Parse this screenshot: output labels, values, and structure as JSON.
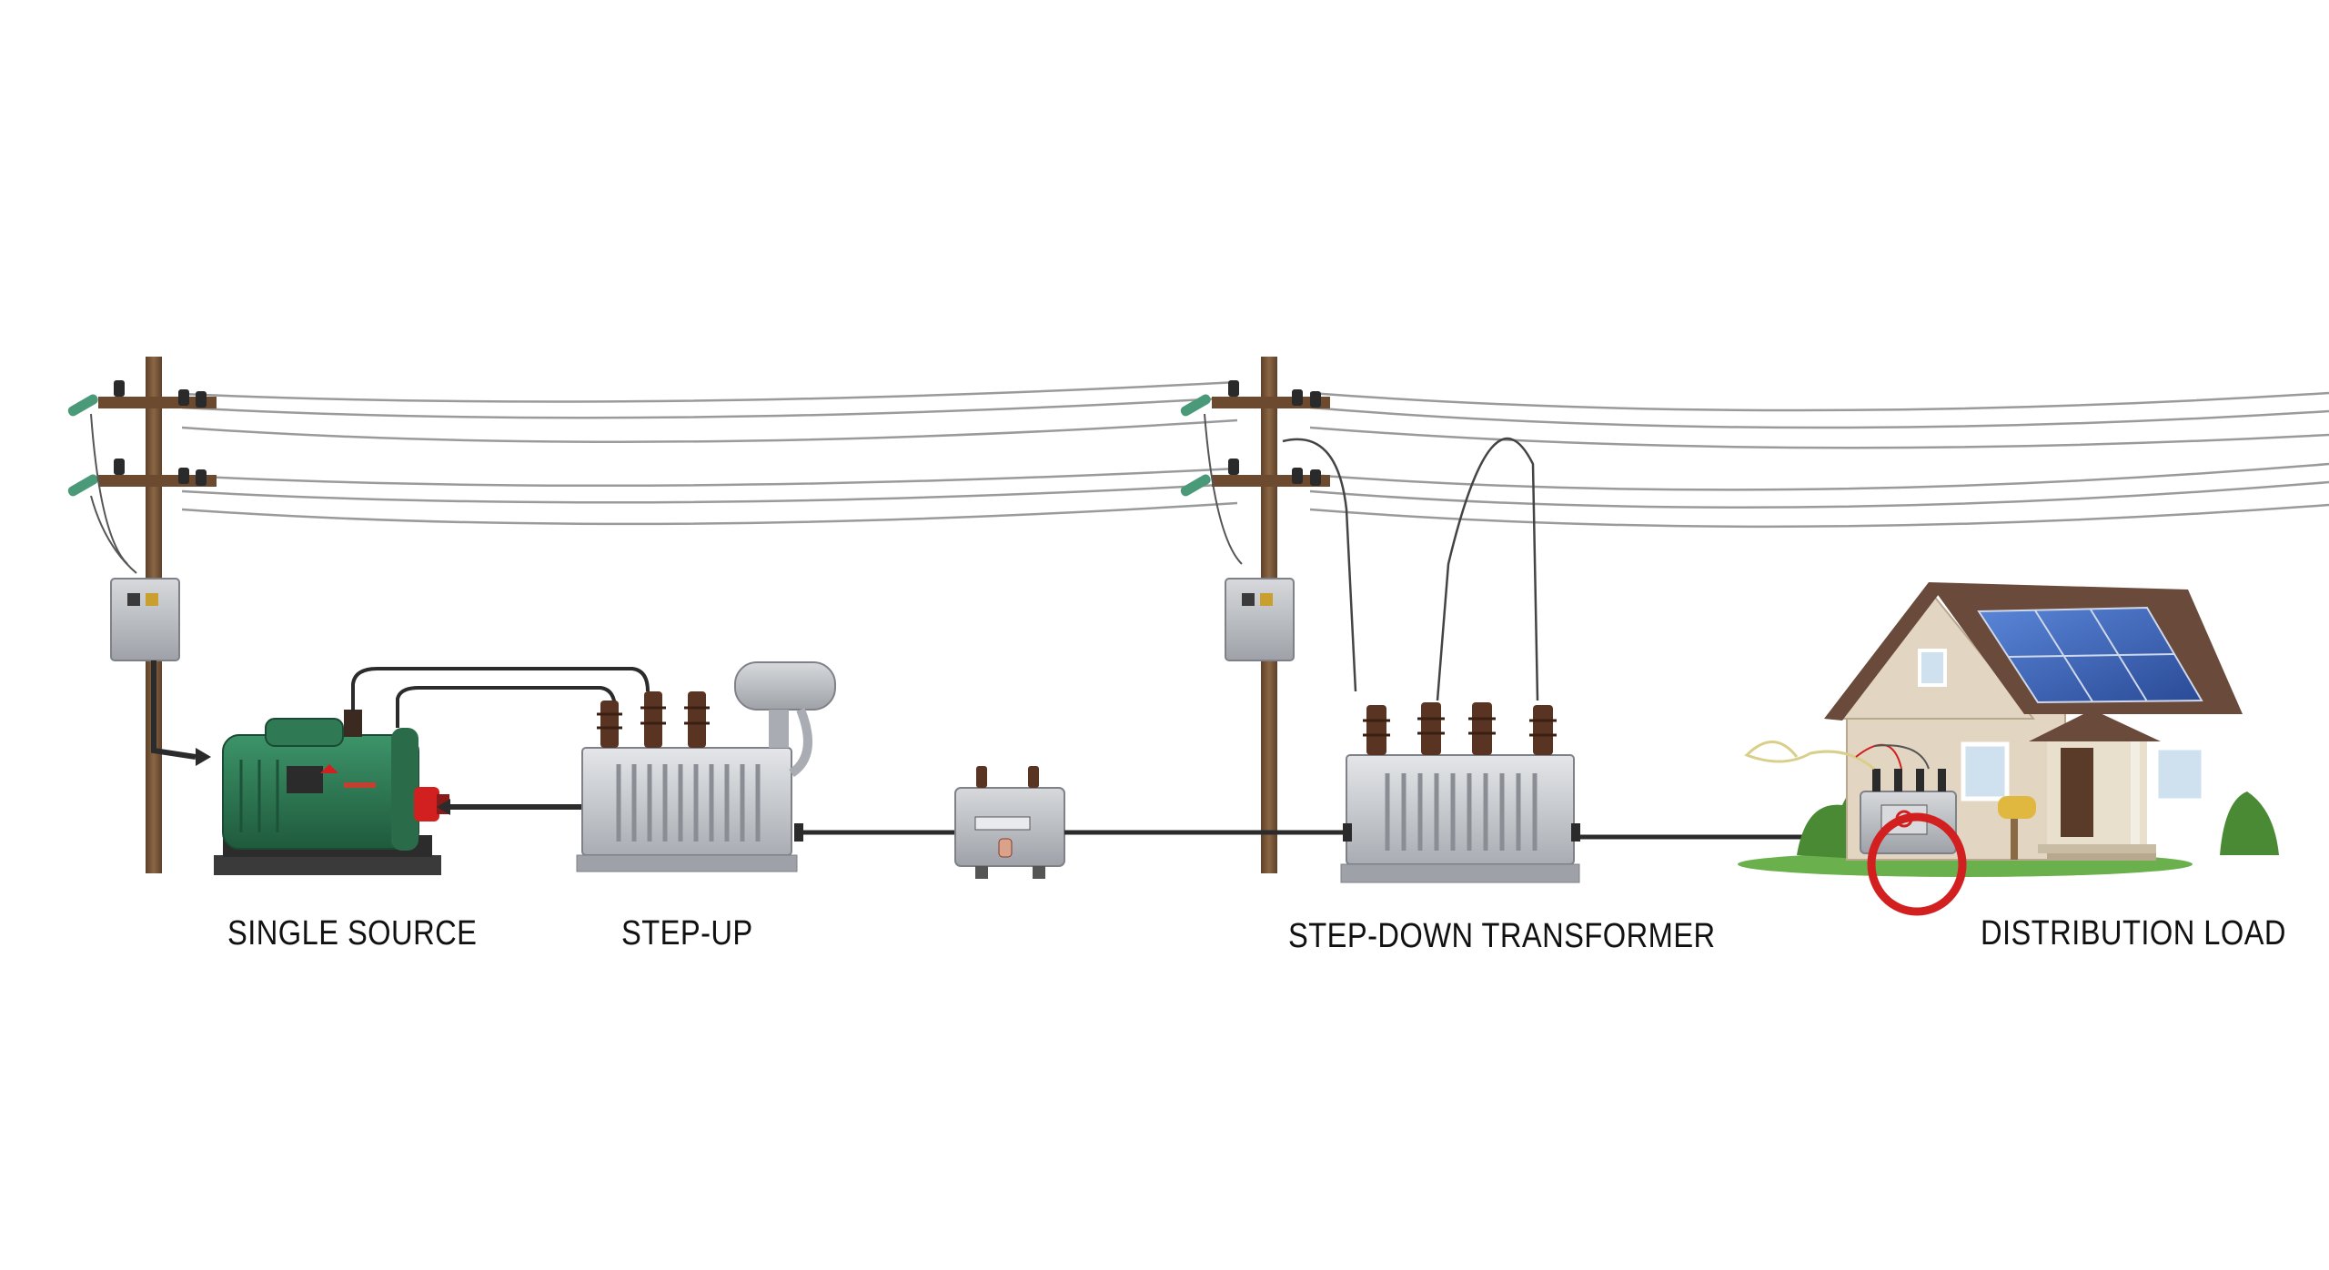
{
  "labels": {
    "single_source": "SINGLE SOURCE",
    "step_up": "STEP-UP",
    "step_down": "STEP-DOWN TRANSFORMER",
    "distribution_load": "DISTRIBUTION LOAD"
  },
  "colors": {
    "wire": "#9a9a9a",
    "cable": "#2b2b2b",
    "pole": "#7a5a3c",
    "generator": "#2f7a55",
    "transformer": "#c9ccd0",
    "bushing": "#5a3422",
    "insulator": "#4a9a7a",
    "house": "#e2d6c2",
    "roof": "#6a4a3a",
    "solar": "#3a62b5",
    "highlight": "#d22020",
    "grass": "#6ab04c"
  },
  "icons": [
    "utility-pole-icon",
    "generator-icon",
    "transformer-icon",
    "junction-box-icon",
    "house-icon",
    "solar-panel-icon",
    "meter-icon"
  ]
}
